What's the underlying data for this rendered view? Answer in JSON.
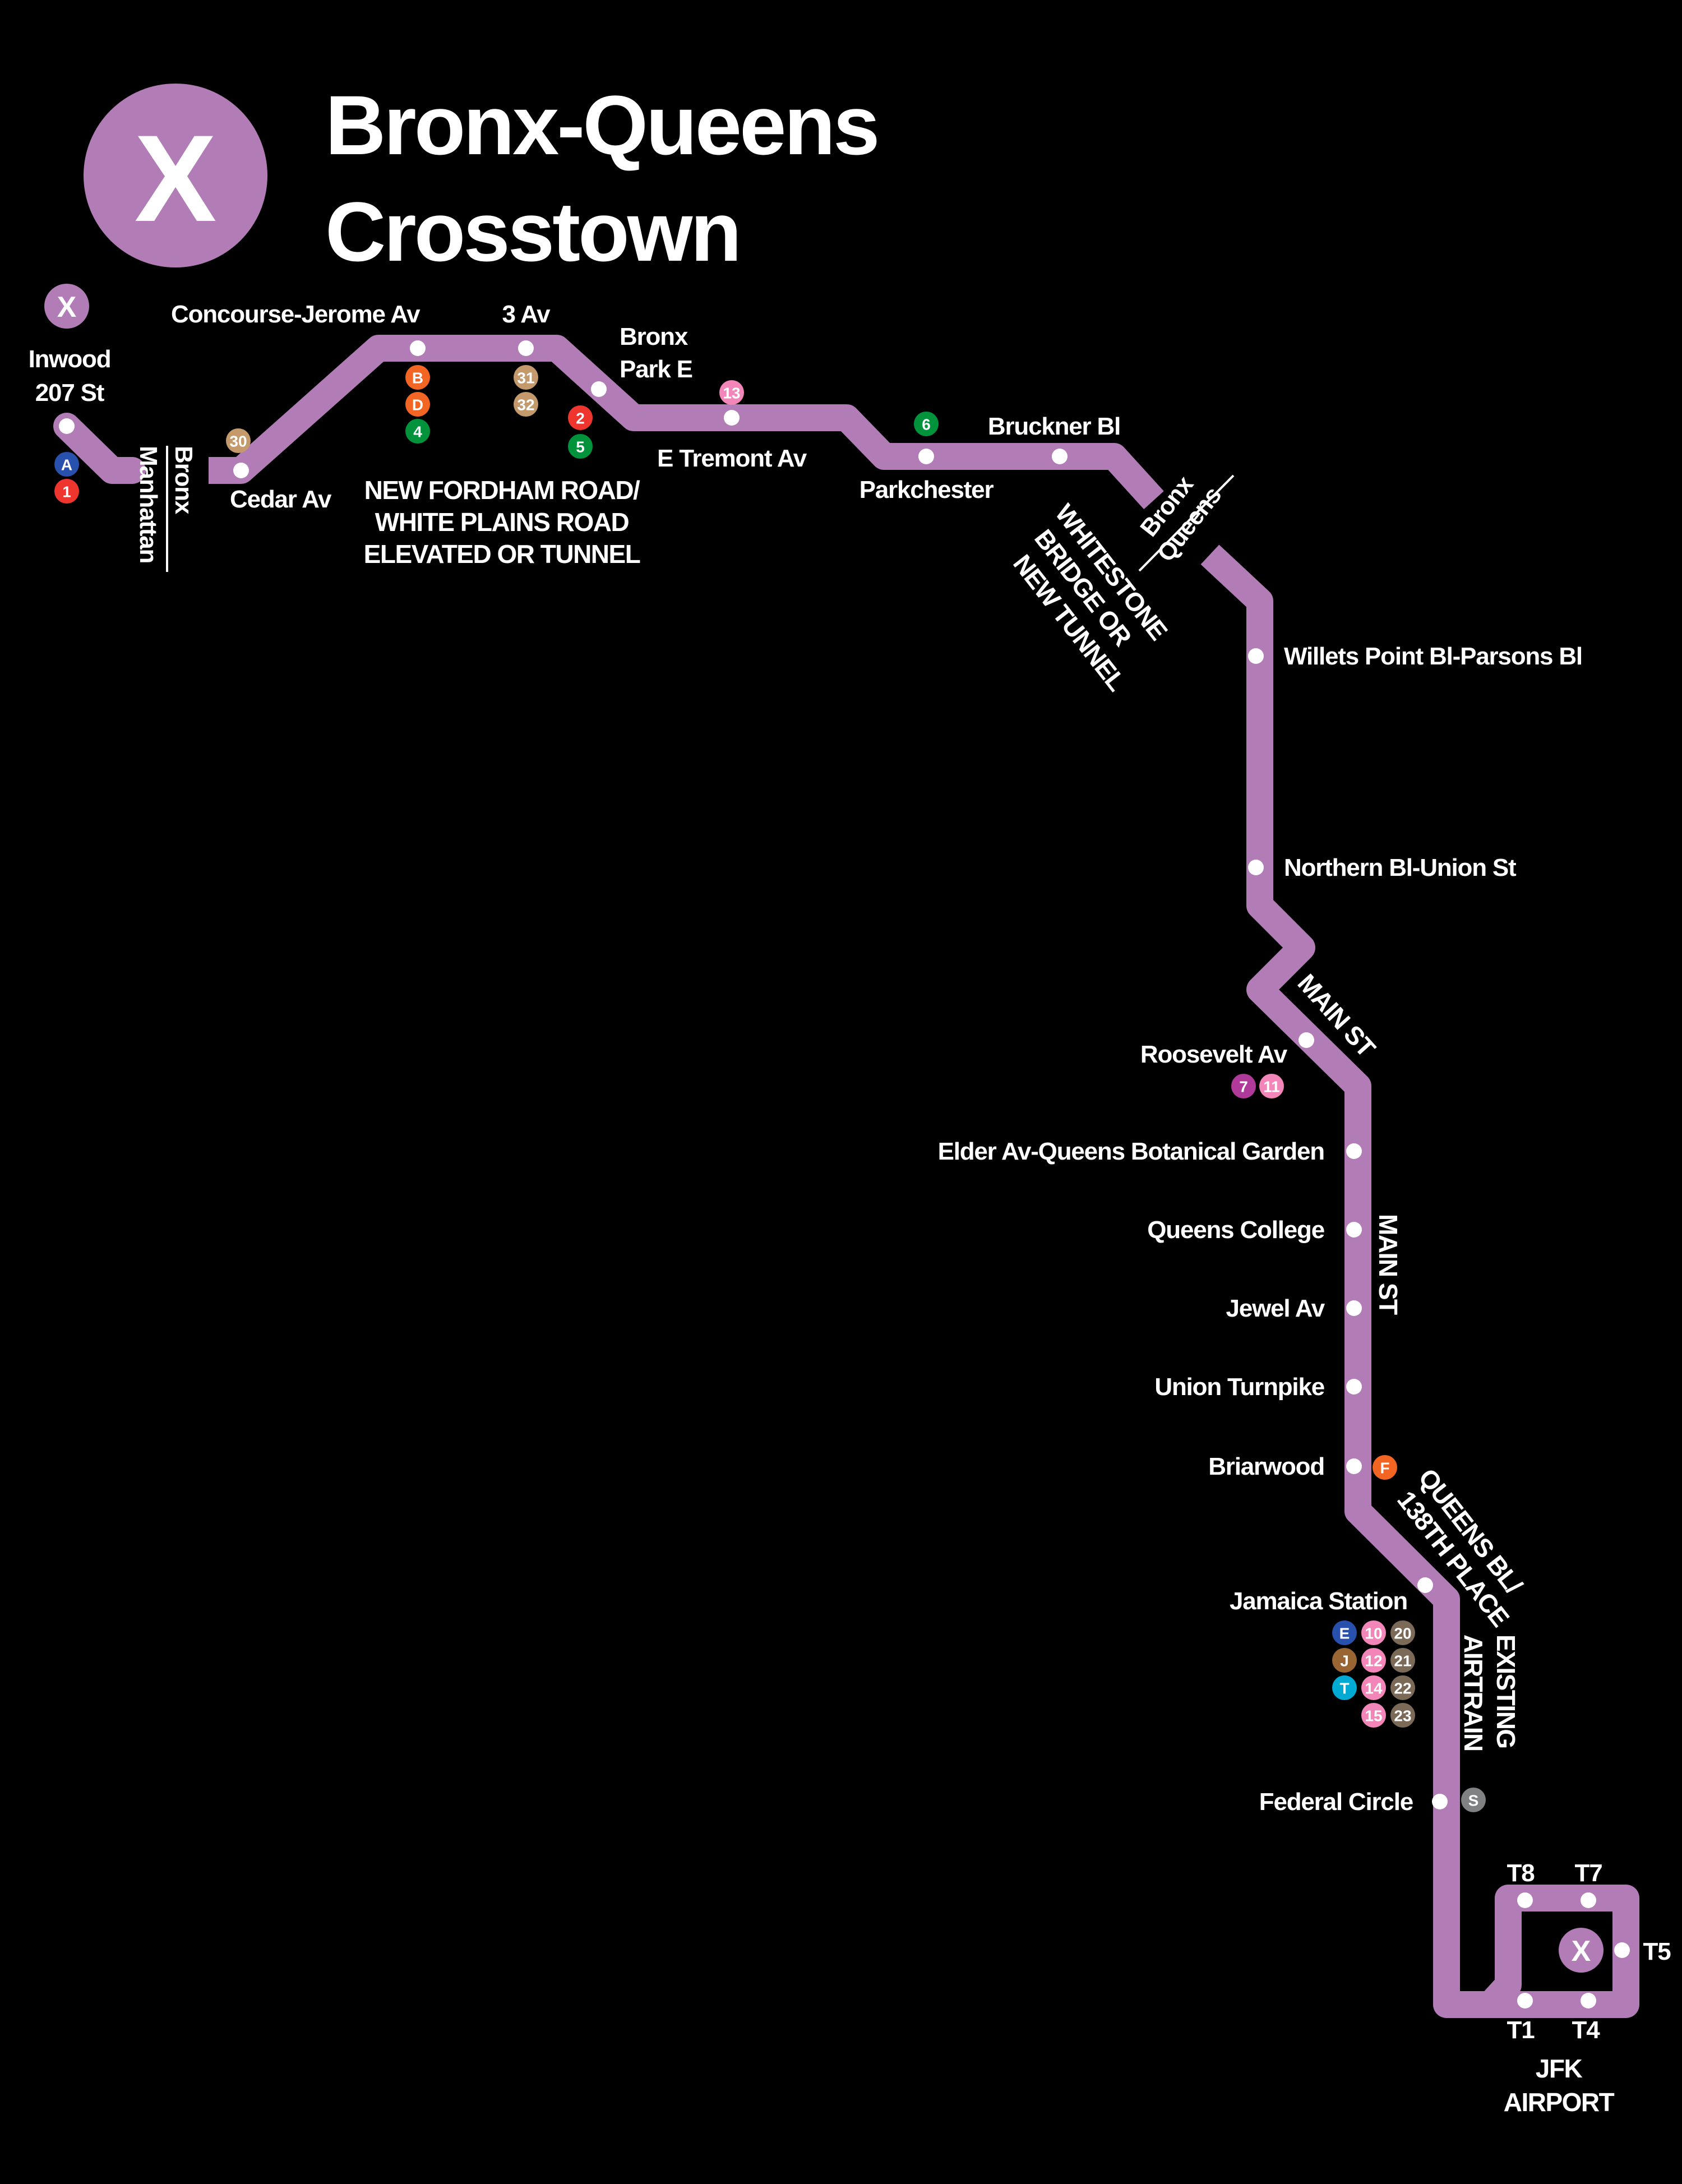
{
  "header": {
    "route_letter": "X",
    "title_line1": "Bronx-Queens",
    "title_line2": "Crosstown"
  },
  "colors": {
    "background": "#000000",
    "line": "#b27cb6",
    "station_dot": "#ffffff",
    "text": "#ffffff"
  },
  "boundaries": {
    "bronx_manhattan": {
      "top": "Bronx",
      "bottom": "Manhattan"
    },
    "bronx_queens": {
      "top": "Bronx",
      "bottom": "Queens"
    }
  },
  "notes": {
    "fordham": [
      "NEW FORDHAM ROAD/",
      "WHITE PLAINS ROAD",
      "ELEVATED OR TUNNEL"
    ],
    "whitestone": [
      "WHITESTONE",
      "BRIDGE OR",
      "NEW TUNNEL"
    ],
    "main_st_diag": "MAIN ST",
    "main_st_vert": "MAIN ST",
    "queens_bl": [
      "QUEENS BL/",
      "138TH PLACE"
    ],
    "airtrain": [
      "EXISTING",
      "AIRTRAIN"
    ],
    "jfk": [
      "JFK",
      "AIRPORT"
    ]
  },
  "terminal_marker": {
    "route_letter": "X"
  },
  "stations": [
    {
      "name_lines": [
        "Inwood",
        "207 St"
      ],
      "transfers": [
        {
          "label": "A",
          "color": "#2850ad"
        },
        {
          "label": "1",
          "color": "#ee352e"
        }
      ]
    },
    {
      "name_lines": [
        "Cedar Av"
      ],
      "transfers": [
        {
          "label": "30",
          "color": "#c49a6c"
        }
      ]
    },
    {
      "name_lines": [
        "Concourse-Jerome Av"
      ],
      "transfers": [
        {
          "label": "B",
          "color": "#f26522"
        },
        {
          "label": "D",
          "color": "#f26522"
        },
        {
          "label": "4",
          "color": "#00933c"
        }
      ]
    },
    {
      "name_lines": [
        "3 Av"
      ],
      "transfers": [
        {
          "label": "31",
          "color": "#c49a6c"
        },
        {
          "label": "32",
          "color": "#c49a6c"
        }
      ]
    },
    {
      "name_lines": [
        "Bronx",
        "Park E"
      ],
      "transfers": [
        {
          "label": "2",
          "color": "#ee352e"
        },
        {
          "label": "5",
          "color": "#00933c"
        }
      ]
    },
    {
      "name_lines": [
        "E Tremont Av"
      ],
      "transfers": [
        {
          "label": "13",
          "color": "#f286b8"
        }
      ]
    },
    {
      "name_lines": [
        "Parkchester"
      ],
      "transfers": [
        {
          "label": "6",
          "color": "#00933c"
        }
      ]
    },
    {
      "name_lines": [
        "Bruckner Bl"
      ],
      "transfers": []
    },
    {
      "name_lines": [
        "Willets Point Bl-Parsons Bl"
      ],
      "transfers": []
    },
    {
      "name_lines": [
        "Northern Bl-Union St"
      ],
      "transfers": []
    },
    {
      "name_lines": [
        "Roosevelt Av"
      ],
      "transfers": [
        {
          "label": "7",
          "color": "#b03a9a"
        },
        {
          "label": "11",
          "color": "#f286b8"
        }
      ]
    },
    {
      "name_lines": [
        "Elder Av-Queens Botanical Garden"
      ],
      "transfers": []
    },
    {
      "name_lines": [
        "Queens College"
      ],
      "transfers": []
    },
    {
      "name_lines": [
        "Jewel Av"
      ],
      "transfers": []
    },
    {
      "name_lines": [
        "Union Turnpike"
      ],
      "transfers": []
    },
    {
      "name_lines": [
        "Briarwood"
      ],
      "transfers": [
        {
          "label": "F",
          "color": "#f26522"
        }
      ]
    },
    {
      "name_lines": [
        "Jamaica Station"
      ],
      "transfers": [
        {
          "label": "E",
          "color": "#2850ad"
        },
        {
          "label": "10",
          "color": "#f286b8"
        },
        {
          "label": "20",
          "color": "#7b6a58"
        },
        {
          "label": "J",
          "color": "#996633"
        },
        {
          "label": "12",
          "color": "#f286b8"
        },
        {
          "label": "21",
          "color": "#7b6a58"
        },
        {
          "label": "T",
          "color": "#00aad2"
        },
        {
          "label": "14",
          "color": "#f286b8"
        },
        {
          "label": "22",
          "color": "#7b6a58"
        },
        {
          "label": "15",
          "color": "#f286b8"
        },
        {
          "label": "23",
          "color": "#7b6a58"
        }
      ]
    },
    {
      "name_lines": [
        "Federal Circle"
      ],
      "transfers": [
        {
          "label": "S",
          "color": "#808183"
        }
      ]
    },
    {
      "name_lines": [
        "T8"
      ],
      "transfers": []
    },
    {
      "name_lines": [
        "T7"
      ],
      "transfers": []
    },
    {
      "name_lines": [
        "T5"
      ],
      "transfers": []
    },
    {
      "name_lines": [
        "T4"
      ],
      "transfers": []
    },
    {
      "name_lines": [
        "T1"
      ],
      "transfers": []
    }
  ]
}
